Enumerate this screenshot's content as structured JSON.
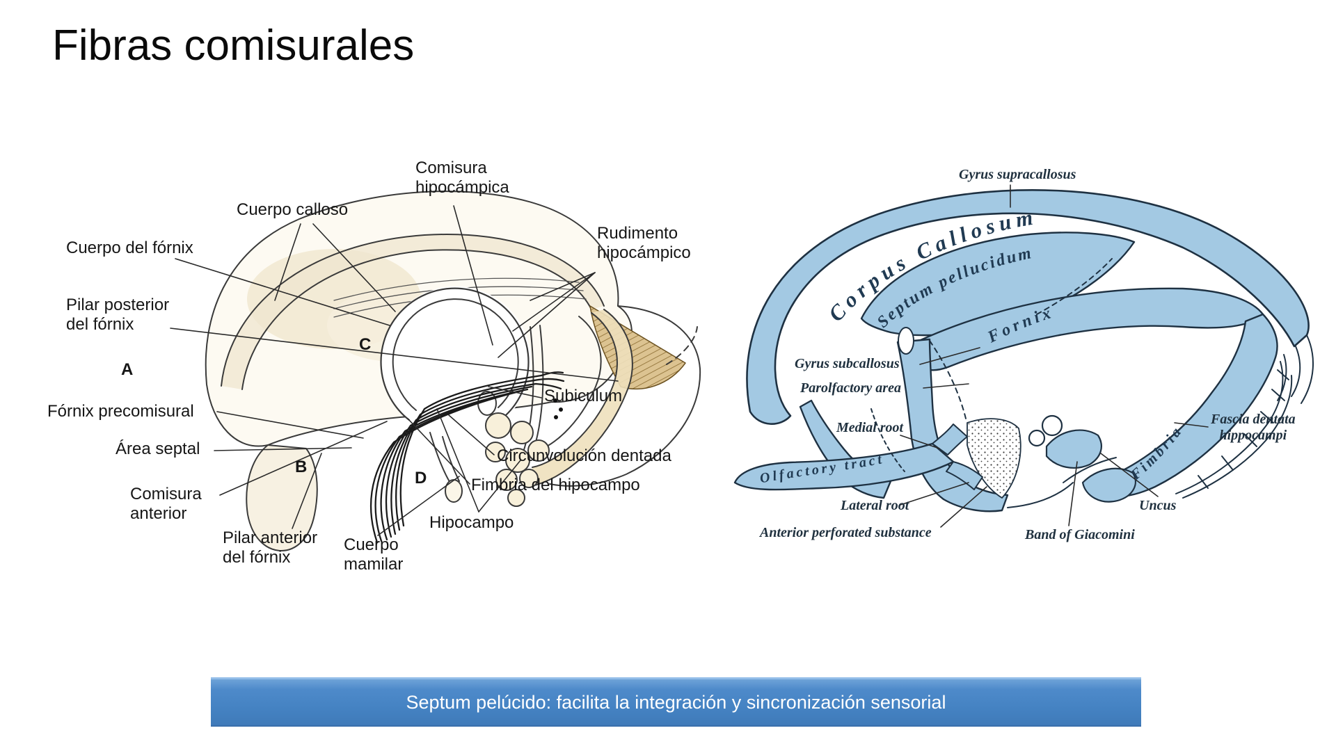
{
  "slide": {
    "title": "Fibras comisurales",
    "banner": {
      "text": "Septum pelúcido: facilita la integración y sincronización sensorial",
      "bg_color": "#4583c3",
      "text_color": "#ffffff"
    }
  },
  "left_diagram": {
    "description": "line-art-fornix-hippocampus-model-spanish",
    "labels": {
      "comisura_hipocampica": "Comisura\nhipocámpica",
      "cuerpo_calloso": "Cuerpo calloso",
      "rudimento_hipocampico": "Rudimento\nhipocámpico",
      "cuerpo_del_fornix": "Cuerpo del fórnix",
      "pilar_posterior": "Pilar posterior\ndel fórnix",
      "letter_a": "A",
      "fornix_precomisural": "Fórnix precomisural",
      "area_septal": "Área septal",
      "comisura_anterior": "Comisura\nanterior",
      "letter_b": "B",
      "letter_c": "C",
      "letter_d": "D",
      "pilar_anterior": "Pilar anterior\ndel fórnix",
      "cuerpo_mamilar": "Cuerpo\nmamilar",
      "hipocampo": "Hipocampo",
      "subiculum": "Subiculum",
      "circunvolucion_dentada": "Circunvolución dentada",
      "fimbria_del_hipocampo": "Fimbria del hipocampo"
    }
  },
  "right_diagram": {
    "description": "grays-anatomy-fornix-figure-blue-english",
    "ink_color": "#1e3142",
    "fill_color": "#a3c9e3",
    "labels": {
      "gyrus_supracallosus": "Gyrus supracallosus",
      "corpus_callosum": "Corpus Callosum",
      "septum_pellucidum": "Septum pellucidum",
      "fornix": "Fornix",
      "gyrus_subcallosus": "Gyrus subcallosus",
      "parolfactory_area": "Parolfactory area",
      "medial_root": "Medial root",
      "olfactory_tract": "Olfactory tract",
      "lateral_root": "Lateral root",
      "anterior_perforated_substance": "Anterior perforated substance",
      "fimbria": "Fimbria",
      "fascia_dentata": "Fascia dentata\nhippocampi",
      "uncus": "Uncus",
      "band_of_giacomini": "Band of Giacomini"
    }
  }
}
